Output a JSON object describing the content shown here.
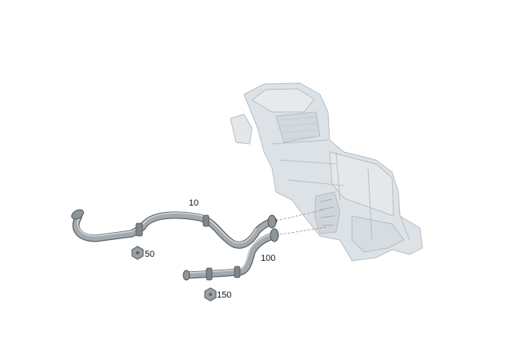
{
  "callouts": {
    "hose_upper": "10",
    "clip_left": "50",
    "hose_lower": "100",
    "clip_bottom": "150"
  },
  "colors": {
    "housing_fill": "#dde2e6",
    "housing_line": "#b6bec4",
    "hose_fill": "#9ea4a8",
    "hose_dark": "#5d6367",
    "callout_text": "#111111"
  }
}
